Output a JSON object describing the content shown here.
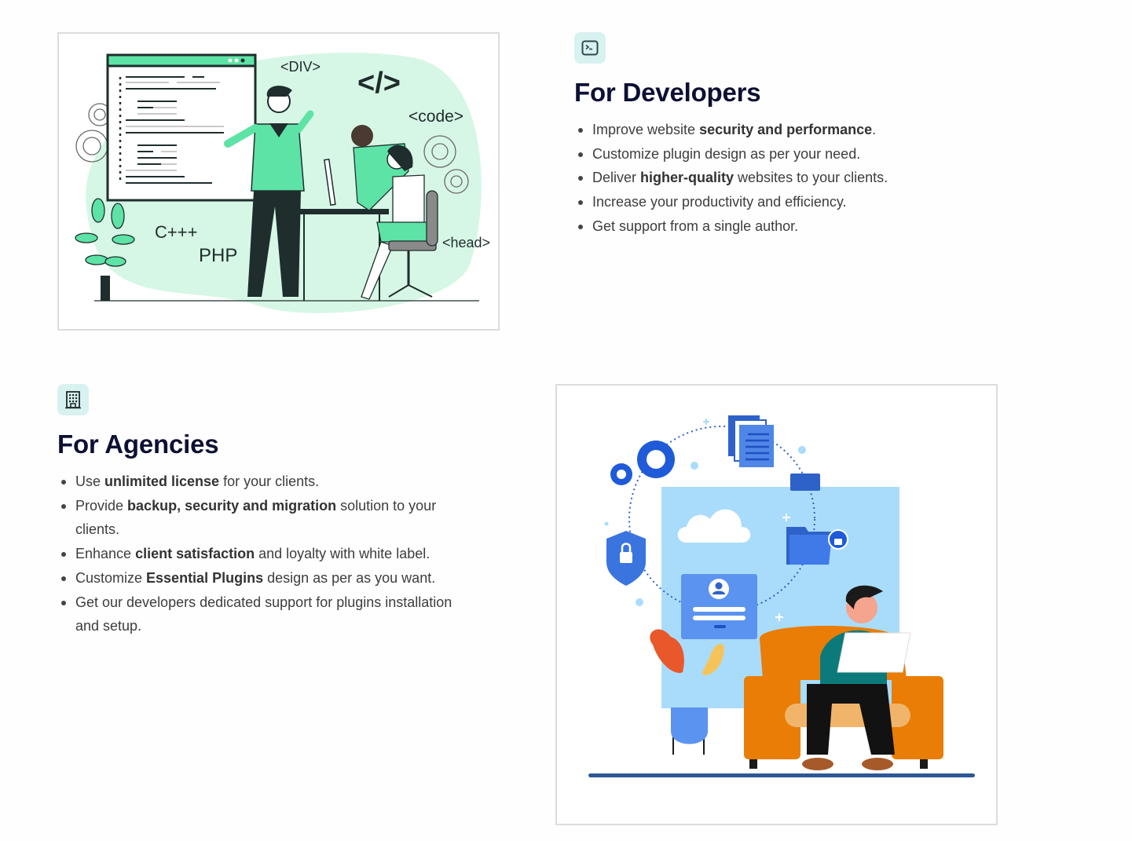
{
  "developers": {
    "icon": "terminal-icon",
    "title": "For Developers",
    "items": [
      {
        "pre": "Improve website ",
        "bold": "security and performance",
        "post": "."
      },
      {
        "pre": "Customize plugin design as per your need.",
        "bold": "",
        "post": ""
      },
      {
        "pre": "Deliver ",
        "bold": "higher-quality",
        "post": " websites to your clients."
      },
      {
        "pre": "Increase your productivity and efficiency.",
        "bold": "",
        "post": ""
      },
      {
        "pre": "Get support from a single author.",
        "bold": "",
        "post": ""
      }
    ],
    "illustration": {
      "name": "developers-illustration",
      "labels": {
        "div": "<DIV>",
        "slash": "</>",
        "code": "<code>",
        "cpp": "C+++",
        "php": "PHP",
        "head": "<head>"
      },
      "colors": {
        "accent": "#5de3a6",
        "blob": "#d7f7e6",
        "ink": "#1f2d2d"
      }
    }
  },
  "agencies": {
    "icon": "building-icon",
    "title": "For Agencies",
    "items": [
      {
        "pre": "Use ",
        "bold": "unlimited license",
        "post": " for your clients."
      },
      {
        "pre": "Provide ",
        "bold": "backup, security and migration",
        "post": " solution to your clients."
      },
      {
        "pre": "Enhance ",
        "bold": "client satisfaction",
        "post": " and loyalty with white label."
      },
      {
        "pre": "Customize ",
        "bold": "Essential Plugins",
        "post": " design as per as you want."
      },
      {
        "pre": "Get our developers dedicated support for plugins installation and setup.",
        "bold": "",
        "post": ""
      }
    ],
    "illustration": {
      "name": "agencies-illustration",
      "colors": {
        "panel": "#a9dcfb",
        "blue": "#2f6fe0",
        "sofa": "#e97d06",
        "shirt": "#0c7a7a"
      }
    }
  },
  "theme": {
    "icon_badge_bg": "#d8f1f1",
    "heading_color": "#0d1033",
    "text_color": "#3d3d3d",
    "frame_border": "#dcdcdc"
  }
}
